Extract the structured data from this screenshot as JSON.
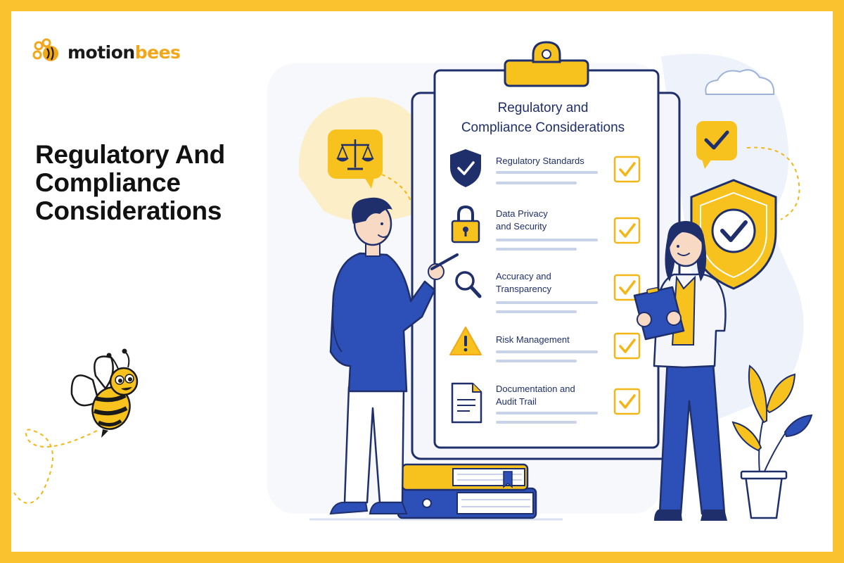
{
  "brand": {
    "name_part1": "motion",
    "name_part2": "bees"
  },
  "headline": "Regulatory And Compliance Considerations",
  "clipboard": {
    "title_line1": "Regulatory and",
    "title_line2": "Compliance Considerations",
    "items": [
      {
        "label_line1": "Regulatory Standards",
        "label_line2": "",
        "icon": "shield-check-icon",
        "checked": true
      },
      {
        "label_line1": "Data Privacy",
        "label_line2": "and Security",
        "icon": "padlock-icon",
        "checked": true
      },
      {
        "label_line1": "Accuracy and",
        "label_line2": "Transparency",
        "icon": "magnifier-icon",
        "checked": true
      },
      {
        "label_line1": "Risk Management",
        "label_line2": "",
        "icon": "warning-icon",
        "checked": true
      },
      {
        "label_line1": "Documentation and",
        "label_line2": "Audit Trail",
        "icon": "document-icon",
        "checked": true
      }
    ]
  },
  "colors": {
    "border_yellow": "#F9C22E",
    "navy": "#1F2F6B",
    "blue": "#2D4FB8",
    "accent_yellow": "#F7C21E",
    "logo_orange": "#F2A71B"
  }
}
